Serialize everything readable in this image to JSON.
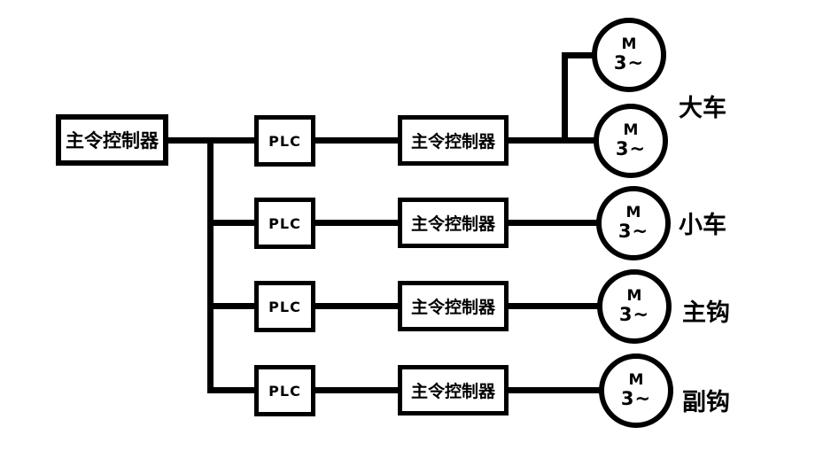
{
  "diagram": {
    "master_controller_label": "主令控制器",
    "rows": [
      {
        "plc_label": "PLC",
        "controller_label": "主令控制器",
        "group_label": "大车"
      },
      {
        "plc_label": "PLC",
        "controller_label": "主令控制器",
        "group_label": "小车"
      },
      {
        "plc_label": "PLC",
        "controller_label": "主令控制器",
        "group_label": "主钩"
      },
      {
        "plc_label": "PLC",
        "controller_label": "主令控制器",
        "group_label": "副钩"
      }
    ],
    "motors": [
      {
        "letter": "M",
        "phase": "3~"
      },
      {
        "letter": "M",
        "phase": "3~"
      },
      {
        "letter": "M",
        "phase": "3~"
      },
      {
        "letter": "M",
        "phase": "3~"
      },
      {
        "letter": "M",
        "phase": "3~"
      }
    ],
    "colors": {
      "line": "#000000",
      "background": "#ffffff",
      "text": "#000000"
    }
  }
}
